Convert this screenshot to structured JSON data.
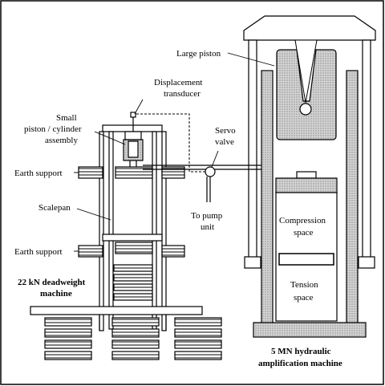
{
  "labels": {
    "large_piston": "Large piston",
    "displacement_1": "Displacement",
    "displacement_2": "transducer",
    "small_piston_1": "Small",
    "small_piston_2": "piston / cylinder",
    "small_piston_3": "assembly",
    "servo_1": "Servo",
    "servo_2": "valve",
    "earth_support_upper": "Earth support",
    "earth_support_lower": "Earth support",
    "scalepan": "Scalepan",
    "pump_1": "To pump",
    "pump_2": "unit",
    "compression_1": "Compression",
    "compression_2": "space",
    "tension_1": "Tension",
    "tension_2": "space",
    "deadweight_1": "22 kN deadweight",
    "deadweight_2": "machine",
    "hydraulic_1": "5 MN hydraulic",
    "hydraulic_2": "amplification machine"
  },
  "colors": {
    "ink": "#000000",
    "hatch": "#666666",
    "fill_grey": "#b8b8b8",
    "fill_light": "#e6e6e6",
    "background": "#ffffff"
  }
}
